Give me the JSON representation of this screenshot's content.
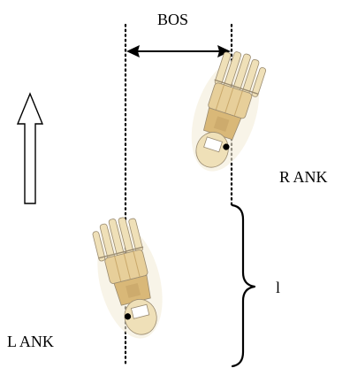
{
  "labels": {
    "bos": "BOS",
    "right_ankle": "R ANK",
    "left_ankle": "L ANK",
    "step_length": "l"
  },
  "icons": {
    "direction_arrow": "up-arrow-outline",
    "right_foot": "right-foot-skeleton",
    "left_foot": "left-foot-skeleton",
    "bos_arrow": "double-headed-arrow",
    "step_brace": "right-curly-brace"
  },
  "colors": {
    "line": "#000000",
    "bone_fill": "#efe0b8",
    "bone_shade": "#c9a86a",
    "bone_outline": "#9a8b70",
    "background": "#ffffff"
  }
}
